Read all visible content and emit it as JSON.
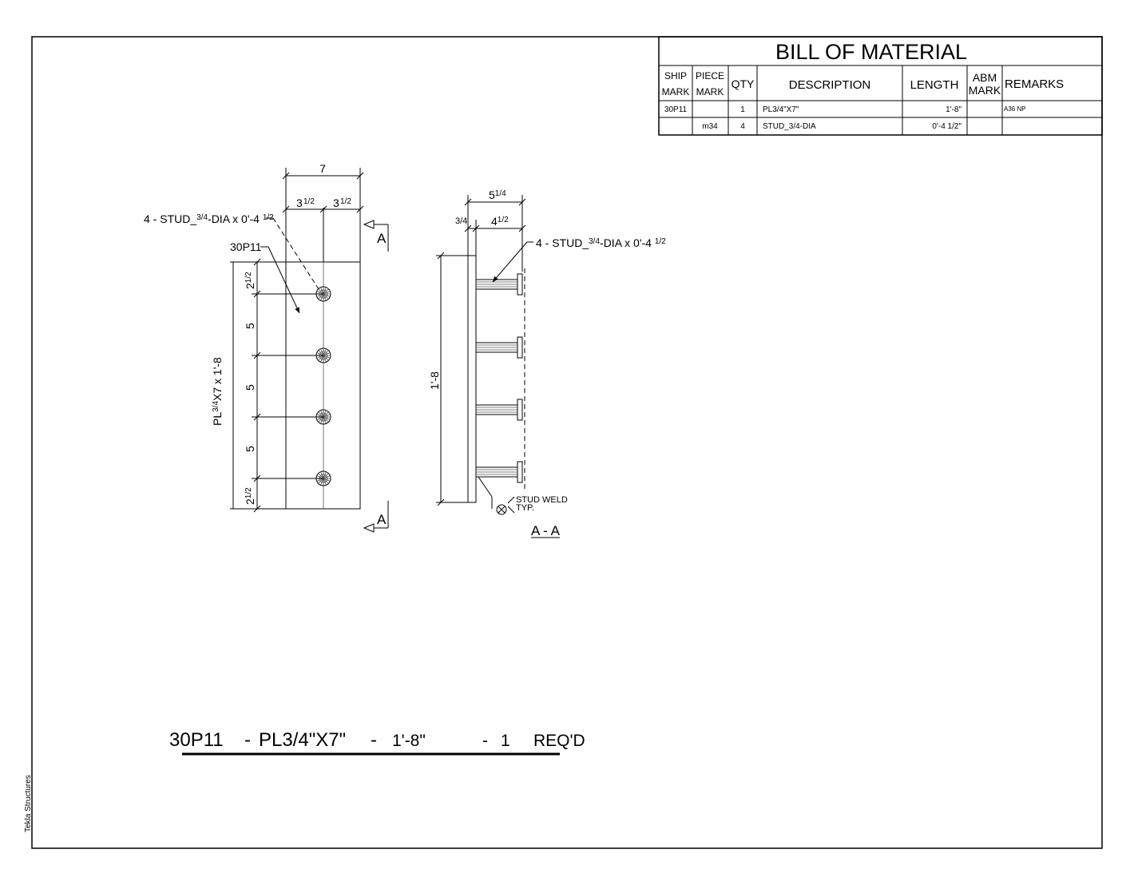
{
  "sheet": {
    "watermark": "Tekla Structures"
  },
  "bom": {
    "title": "BILL OF MATERIAL",
    "headers": {
      "ship_1": "SHIP",
      "ship_2": "MARK",
      "piece_1": "PIECE",
      "piece_2": "MARK",
      "qty": "QTY",
      "description": "DESCRIPTION",
      "length": "LENGTH",
      "abm_1": "ABM",
      "abm_2": "MARK",
      "remarks": "REMARKS"
    },
    "rows": [
      {
        "ship_mark": "30P11",
        "piece_mark": "",
        "qty": "1",
        "description": "PL3/4\"X7\"",
        "length": "1'-8\"",
        "abm_mark": "",
        "remarks": "A36 NP"
      },
      {
        "ship_mark": "",
        "piece_mark": "m34",
        "qty": "4",
        "description": "STUD_3/4-DIA",
        "length": "0'-4 1/2\"",
        "abm_mark": "",
        "remarks": ""
      }
    ]
  },
  "plan_view": {
    "dim_overall": "7",
    "dim_half_whole": "3",
    "dim_half_frac": "1/2",
    "stud_callout": {
      "prefix": "4 - STUD_",
      "frac": "3/4",
      "mid": "-DIA x 0'-4 ",
      "frac2": "1/2"
    },
    "part_mark": "30P11",
    "section_letter": "A",
    "plate_label": {
      "prefix": "PL",
      "frac": "3/4",
      "suffix": "X7 x 1'-8"
    },
    "vdim_edge_whole": "2",
    "vdim_edge_frac": "1/2",
    "vdim_spacing": "5"
  },
  "section_view": {
    "dim_total_whole": "5",
    "dim_total_frac": "1/4",
    "dim_plate": "3/4",
    "dim_stud_whole": "4",
    "dim_stud_frac": "1/2",
    "stud_callout": {
      "prefix": "4 - STUD_",
      "frac": "3/4",
      "mid": "-DIA x 0'-4 ",
      "frac2": "1/2"
    },
    "height_dim": "1'-8",
    "weld_note_1": "STUD WELD",
    "weld_note_2": "TYP.",
    "section_title": "A - A"
  },
  "title_line": {
    "mark": "30P11",
    "sep1": "-",
    "profile": "PL3/4\"X7\"",
    "sep2": "-",
    "length": "1'-8\"",
    "sep3": "-",
    "qty": "1",
    "req": "REQ'D"
  }
}
